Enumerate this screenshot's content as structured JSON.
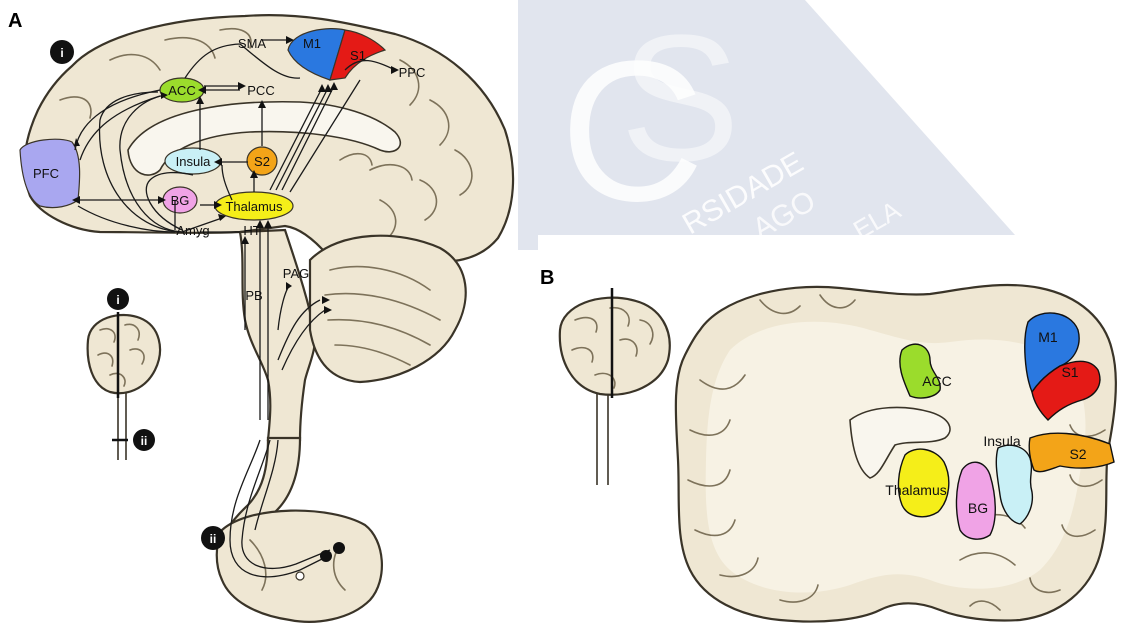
{
  "panels": {
    "a": {
      "letter": "A",
      "section_marker_1": "i",
      "section_marker_2": "ii",
      "regions": {
        "pfc": "PFC",
        "acc": "ACC",
        "pcc": "PCC",
        "sma": "SMA",
        "m1": "M1",
        "s1": "S1",
        "ppc": "PPC",
        "insula": "Insula",
        "s2": "S2",
        "bg": "BG",
        "thalamus": "Thalamus",
        "amyg": "Amyg",
        "ht": "HT",
        "pag": "PAG",
        "pb": "PB"
      },
      "inset_marker_1": "i",
      "inset_marker_2": "ii"
    },
    "b": {
      "letter": "B",
      "regions": {
        "m1": "M1",
        "s1": "S1",
        "acc": "ACC",
        "insula": "Insula",
        "s2": "S2",
        "thalamus": "Thalamus",
        "bg": "BG"
      }
    }
  },
  "colors": {
    "pfc": "#a9a7f0",
    "acc": "#9bdc2c",
    "insula": "#c9f0f6",
    "s2": "#f3a418",
    "bg": "#f0a3e6",
    "thalamus": "#f5ee19",
    "m1": "#2a78e0",
    "s1": "#e41a16",
    "brain": "#efe7d3",
    "watermark": "#c9cfe0"
  }
}
